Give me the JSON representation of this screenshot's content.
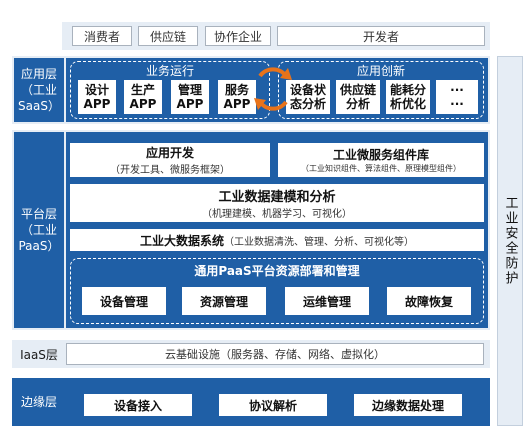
{
  "top_row": [
    "消费者",
    "供应链",
    "协作企业",
    "开发者"
  ],
  "saas": {
    "label": [
      "应用层",
      "（工业",
      "SaaS）"
    ],
    "business": {
      "title": "业务运行",
      "apps": [
        [
          "设计",
          "APP"
        ],
        [
          "生产",
          "APP"
        ],
        [
          "管理",
          "APP"
        ],
        [
          "服务",
          "APP"
        ]
      ]
    },
    "innovation": {
      "title": "应用创新",
      "apps": [
        [
          "设备状",
          "态分析"
        ],
        [
          "供应链",
          "分析"
        ],
        [
          "能耗分",
          "析优化"
        ],
        [
          "···",
          "···"
        ]
      ]
    }
  },
  "paas": {
    "label": [
      "平台层",
      "（工业",
      "PaaS）"
    ],
    "app_dev": {
      "title": "应用开发",
      "sub": "（开发工具、微服务框架）"
    },
    "micro": {
      "title": "工业微服务组件库",
      "sub": "（工业知识组件、算法组件、原理模型组件）"
    },
    "modeling": {
      "title": "工业数据建模和分析",
      "sub": "（机理建模、机器学习、可视化）"
    },
    "bigdata": {
      "title": "工业大数据系统",
      "sub": "（工业数据清洗、管理、分析、可视化等）"
    },
    "deploy": {
      "title": "通用PaaS平台资源部署和管理",
      "items": [
        "设备管理",
        "资源管理",
        "运维管理",
        "故障恢复"
      ]
    }
  },
  "iaas": {
    "label": "IaaS层",
    "content": "云基础设施（服务器、存储、网络、虚拟化）"
  },
  "edge": {
    "label": "边缘层",
    "items": [
      "设备接入",
      "协议解析",
      "边缘数据处理"
    ]
  },
  "security": {
    "label": "工业安全防护"
  },
  "colors": {
    "primary_blue": "#1f5fa6",
    "band_light": "#e6edf5",
    "accent_orange": "#e8731a"
  }
}
